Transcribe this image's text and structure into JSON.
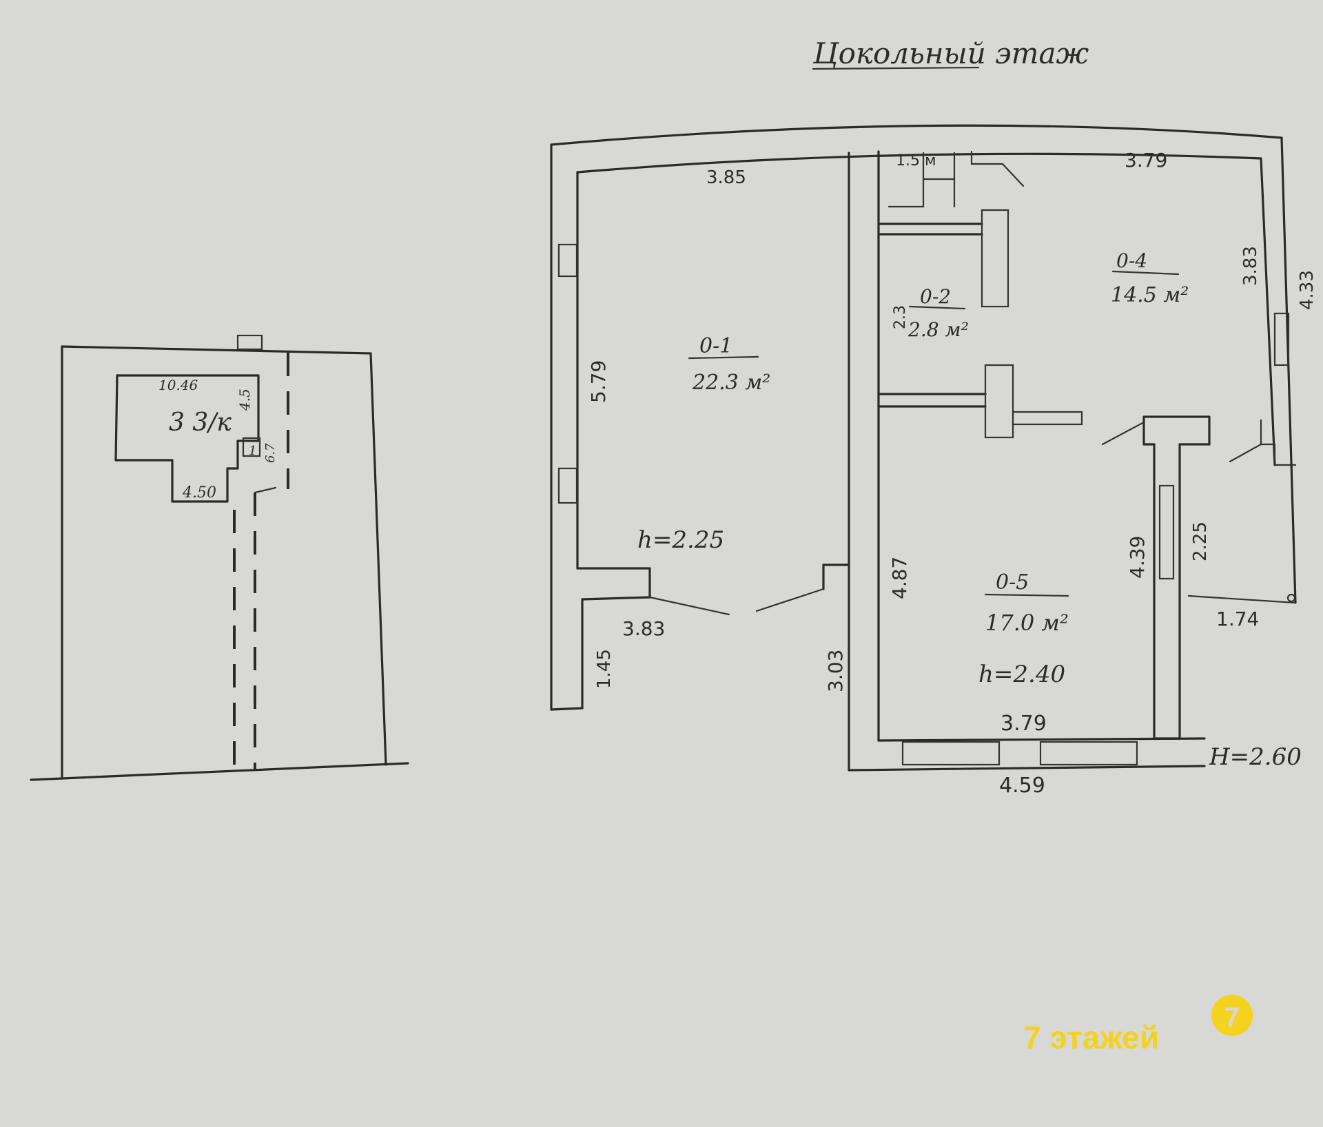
{
  "title": "Цокольный этаж",
  "rooms": [
    {
      "id": "0-1",
      "area": "22.3 м²"
    },
    {
      "id": "0-2",
      "area": "2.8 м²"
    },
    {
      "id": "0-4",
      "area": "14.5 м²"
    },
    {
      "id": "0-5",
      "area": "17.0 м²"
    }
  ],
  "heights": {
    "room_0_1": "h=2.25",
    "room_0_5": "h=2.40",
    "building": "H=2.60"
  },
  "dimensions": {
    "top_left_width": "3.85",
    "top_stair": "1.5 м",
    "top_right_width": "3.79",
    "left_height": "5.79",
    "small_room_side": "2.3",
    "right_inner": "3.83",
    "right_outer": "4.33",
    "bottom_left_width": "3.83",
    "bottom_left_short": "1.45",
    "middle_wall": "3.03",
    "room_0_5_height": "4.87",
    "corridor_height": "4.39",
    "right_small": "2.25",
    "right_offset": "1.74",
    "bottom_inner_width": "3.79",
    "bottom_outer_width": "4.59"
  },
  "site_plan": {
    "width_label": "10.46",
    "depth_label": "4.5",
    "bottom_label": "4.50",
    "building_label": "3 3/к",
    "marker": "6.7",
    "gate_label": "1"
  },
  "logo": {
    "text": "7 этажей",
    "badge": "7",
    "color": "#f5d21e"
  }
}
